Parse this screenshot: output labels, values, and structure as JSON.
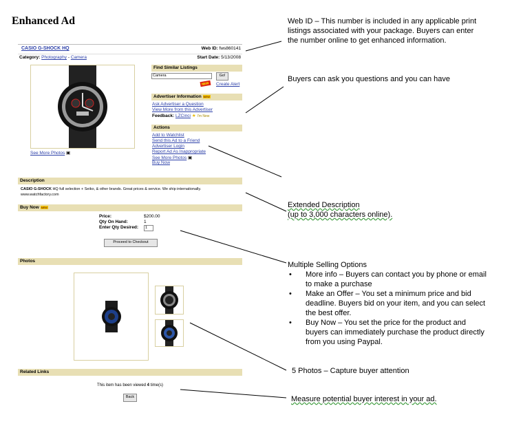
{
  "title": "Enhanced Ad",
  "listing": {
    "name": "CASIO G-SHOCK HQ",
    "web_id_label": "Web ID:",
    "web_id": "fws860141",
    "category_label": "Category:",
    "category_link1": "Photography",
    "category_sep": "-",
    "category_link2": "Camera",
    "start_label": "Start Date:",
    "start_date": "5/13/2008",
    "see_more_photos": "See More Photos"
  },
  "find_similar": {
    "heading": "Find Similar Listings",
    "input_value": "Camera",
    "go_label": "Go!",
    "new_badge": "NEW",
    "create_alert": "Create Alert"
  },
  "advertiser": {
    "heading": "Advertiser Information",
    "new_badge": "NEW",
    "ask_question": "Ask Advertiser a Question",
    "view_more": "View More from this Advertiser",
    "feedback_label": "Feedback:",
    "feedback_user": "LZCinci",
    "feedback_status": "I'm New"
  },
  "actions": {
    "heading": "Actions",
    "items": [
      "Add to Watchlist",
      "Send this Ad to a Friend",
      "Advertiser Login",
      "Report Ad As Inappropriate",
      "See More Photos",
      "Buy Now"
    ]
  },
  "description": {
    "heading": "Description",
    "brand": "CASIO G-SHOCK",
    "text": " HQ full selection + Seiko, & other brands. Great prices & service. We ship internationally.",
    "url": "www.watchfactory.com"
  },
  "buy_now": {
    "heading": "Buy Now",
    "new_badge": "NEW",
    "price_label": "Price:",
    "price": "$200.00",
    "qty_label": "Qty On Hand:",
    "qty": "1",
    "desired_label": "Enter Qty Desired:",
    "desired_value": "1",
    "checkout_label": "Proceed to Checkout"
  },
  "photos": {
    "heading": "Photos"
  },
  "related": {
    "heading": "Related Links",
    "viewed_prefix": "This item has been viewed ",
    "viewed_count": "4",
    "viewed_suffix": " time(s)",
    "back_label": "Back"
  },
  "notes": {
    "webid": "Web ID – This number is included in any applicable print listings associated with your package.  Buyers can enter the number online to get enhanced information.",
    "questions": "Buyers can ask you questions and you can have",
    "extended_line1": "Extended Description",
    "extended_line2": "(up to 3,000 characters online).",
    "selling_heading": "Multiple Selling Options",
    "selling_items": [
      "More info – Buyers can contact you by phone or email to make a purchase",
      "Make an Offer – You set a minimum price and bid deadline.  Buyers bid on your item, and you can select the best offer.",
      "Buy Now – You set the price for the product and buyers can immediately purchase the product directly from you using Paypal."
    ],
    "photos": "5 Photos – Capture buyer attention",
    "measure": "Measure potential buyer interest in your ad."
  },
  "colors": {
    "section_bar": "#e8dfb4",
    "link": "#2b3fa8",
    "frame": "#d8cfa0"
  }
}
